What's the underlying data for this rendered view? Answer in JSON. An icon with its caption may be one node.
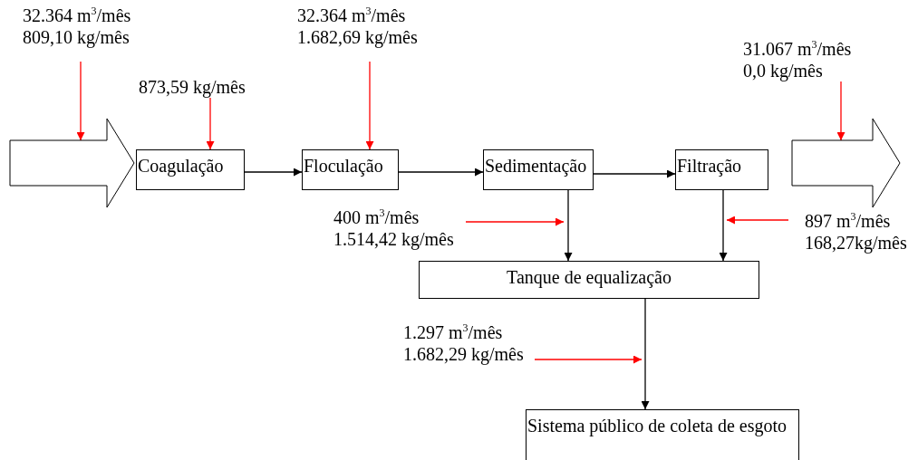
{
  "diagram": {
    "nodes": [
      {
        "text": [
          "32.364 m$^{3}$/mês",
          "809,10 kg/mês"
        ]
      },
      {
        "text": [],
        "shape": "arrow"
      },
      {
        "text": [
          "873,59 kg/mês"
        ]
      },
      {
        "text": [
          "Coagulação"
        ]
      },
      {
        "text": [
          "32.364 m$^{3}$/mês",
          "1.682,69 kg/mês"
        ]
      },
      {
        "text": [
          "Floculação"
        ]
      },
      {
        "text": [
          "Sedimentação"
        ]
      },
      {
        "text": [
          "Filtração"
        ]
      },
      {
        "text": [
          "31.067 m$^{3}$/mês",
          "0,0 kg/mês"
        ]
      },
      {
        "text": [],
        "shape": "arrow"
      },
      {
        "text": [
          "400 m$^{3}$/mês",
          "1.514,42 kg/mês"
        ]
      },
      {
        "text": [
          "897 m$^{3}$/mês",
          "168,27kg/mês"
        ]
      },
      {
        "text": [
          "Tanque de equalização"
        ]
      },
      {
        "text": [
          "1.297 m$^{3}$/mês",
          "1.682,29 kg/mês"
        ]
      },
      {
        "text": [
          "Sistema público de coleta de esgoto"
        ]
      }
    ],
    "edges": [
      {
        "from": 0,
        "to": 1,
        "arrow": "to",
        "color": "#ff0000"
      },
      {
        "from": 2,
        "to": 3,
        "arrow": "to",
        "color": "#ff0000"
      },
      {
        "from": 4,
        "to": 5,
        "arrow": "to",
        "color": "#ff0000"
      },
      {
        "from": 8,
        "to": 9,
        "arrow": "to",
        "color": "#ff0000"
      },
      {
        "from": 3,
        "to": 5,
        "arrow": "to",
        "color": "#000000"
      },
      {
        "from": 5,
        "to": 6,
        "arrow": "to",
        "color": "#000000"
      },
      {
        "from": 6,
        "to": 7,
        "arrow": "to",
        "color": "#000000"
      },
      {
        "from": 6,
        "to": 12,
        "arrow": "to",
        "color": "#000000"
      },
      {
        "from": 7,
        "to": 12,
        "arrow": "to",
        "color": "#000000"
      },
      {
        "from": 10,
        "to": null,
        "arrow": "to",
        "color": "#ff0000"
      },
      {
        "from": 11,
        "to": null,
        "arrow": "to",
        "color": "#ff0000"
      },
      {
        "from": 12,
        "to": 14,
        "arrow": "to",
        "color": "#000000"
      },
      {
        "from": 13,
        "to": null,
        "arrow": "to",
        "color": "#ff0000"
      }
    ]
  }
}
